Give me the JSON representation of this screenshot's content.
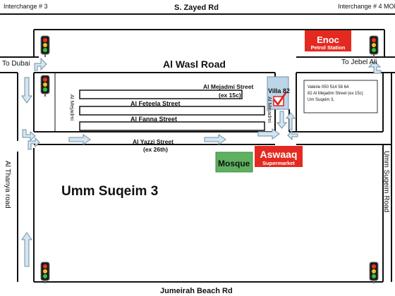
{
  "labels": {
    "interchange_3": "Interchange # 3",
    "interchange_4": "Interchange # 4 MOE",
    "s_zayed_rd": "S. Zayed Rd",
    "to_dubai": "To Dubai",
    "to_jebel_ali": "To Jebel Ali",
    "al_wasl_road": "Al Wasl Road",
    "al_mejadmi_street": "Al Mejadmi Street",
    "ex_15c": "(ex 15c)",
    "al_feteela_street": "Al Feteela Street",
    "al_fanna_street": "Al Fanna Street",
    "al_yazzi_street": "Al Yazzi Street",
    "ex_26th": "(ex 26th)",
    "al_mejadmi_left": "Al Mejadmi",
    "al_mejadmi_right": "Al Mejadmi",
    "al_thanya_road": "Al Thanya road",
    "umm_suqeim_road": "Umm Suqeim Road",
    "umm_suqeim_3": "Umm Suqeim 3",
    "jumeirah_beach_rd": "Jumeirah Beach  Rd",
    "villa_82": "Villa 82",
    "mosque": "Mosque"
  },
  "enoc": {
    "name": "Enoc",
    "sub": "Petrol Station"
  },
  "aswaaq": {
    "name": "Aswaaq",
    "sub": "Supermarket"
  },
  "address_box": {
    "line1": "Valérie 050 514 58 64",
    "line2": "82 Al Mejadmi Street (ex 15c)",
    "line3": "Um Suqeim 3,"
  },
  "colors": {
    "road": "#111111",
    "arrow_fill": "#d5e6ef",
    "arrow_stroke": "#6f8fa6",
    "enoc_red": "#e42a20",
    "aswaaq_red": "#e42a20",
    "mosque_green": "#5fb060",
    "villa_box": "#bcd6e8",
    "check_red": "#dd2020"
  },
  "icons": [
    "traffic-light-icon",
    "direction-arrow-icon",
    "check-mark-icon"
  ]
}
